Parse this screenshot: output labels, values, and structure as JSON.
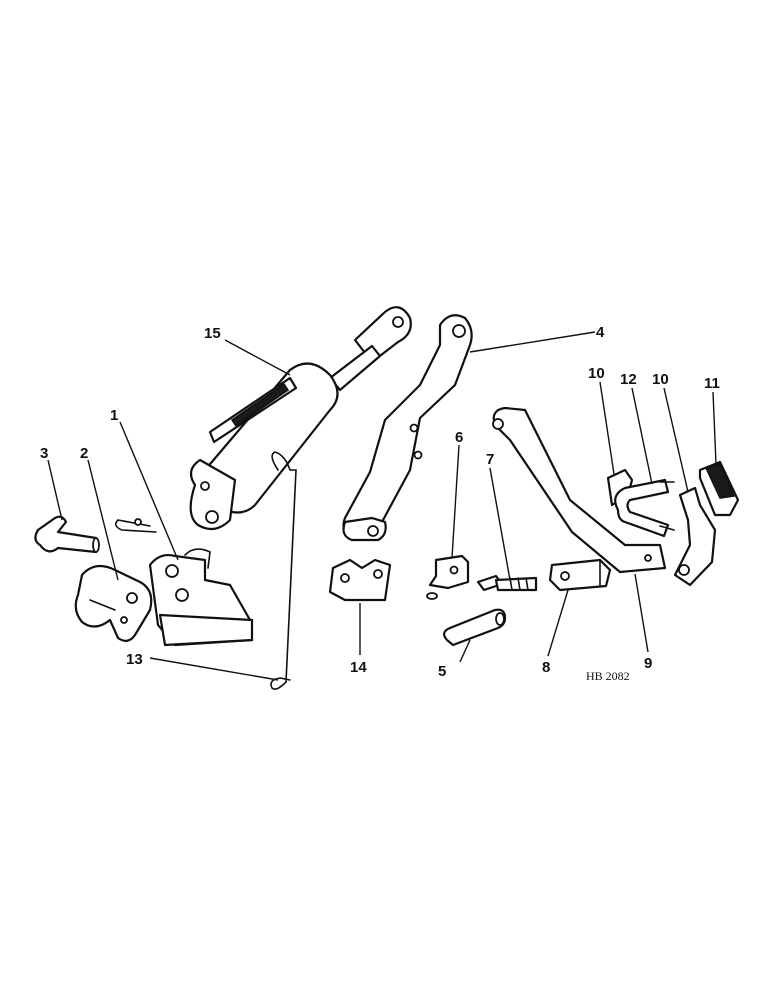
{
  "drawing_code": "HB 2082",
  "callouts": {
    "c1": "1",
    "c2": "2",
    "c3": "3",
    "c4": "4",
    "c5": "5",
    "c6": "6",
    "c7": "7",
    "c8": "8",
    "c9": "9",
    "c10a": "10",
    "c10b": "10",
    "c11": "11",
    "c12": "12",
    "c13": "13",
    "c14": "14",
    "c15": "15"
  }
}
